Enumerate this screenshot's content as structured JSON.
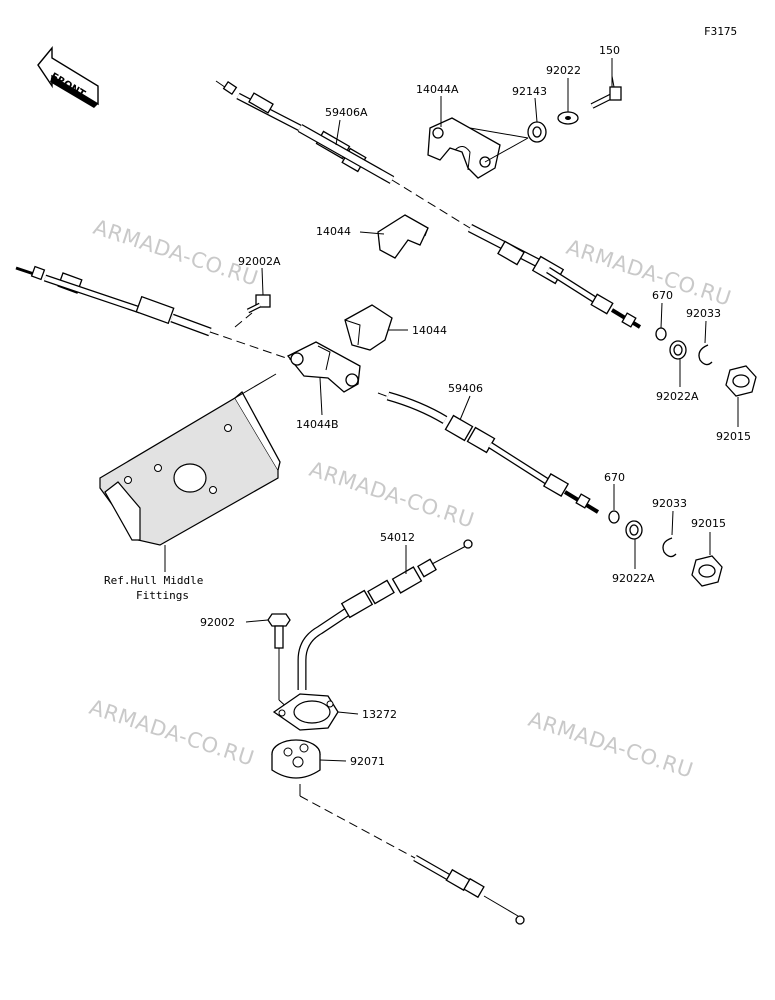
{
  "figure_code": "F3175",
  "front_label": "FRONT",
  "watermarks": [
    "ARMADA-CO.RU",
    "ARMADA-CO.RU",
    "ARMADA-CO.RU",
    "ARMADA-CO.RU",
    "ARMADA-CO.RU"
  ],
  "reference_note": {
    "line1": "Ref.Hull Middle",
    "line2": "Fittings"
  },
  "callouts": {
    "p150": "150",
    "p92022": "92022",
    "p92143": "92143",
    "p14044A": "14044A",
    "p59406A": "59406A",
    "p14044_top": "14044",
    "p92002A": "92002A",
    "p14044_mid": "14044",
    "p14044B": "14044B",
    "p59406": "59406",
    "p670_a": "670",
    "p92033_a": "92033",
    "p92022A_a": "92022A",
    "p92015_a": "92015",
    "p670_b": "670",
    "p92033_b": "92033",
    "p92015_b": "92015",
    "p92022A_b": "92022A",
    "p54012": "54012",
    "p92002": "92002",
    "p13272": "13272",
    "p92071": "92071"
  }
}
